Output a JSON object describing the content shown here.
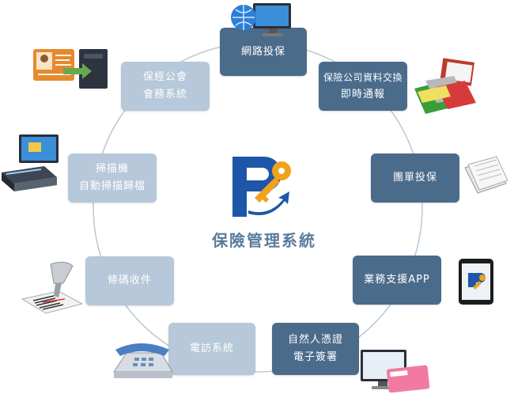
{
  "center": {
    "title": "保險管理系統"
  },
  "nodes": [
    {
      "id": "online-insure",
      "lines": [
        "網路投保"
      ]
    },
    {
      "id": "data-exchange",
      "lines": [
        "保險公司資料交換",
        "即時通報"
      ]
    },
    {
      "id": "group-insure",
      "lines": [
        "團單投保"
      ]
    },
    {
      "id": "app-support",
      "lines": [
        "業務支援APP"
      ]
    },
    {
      "id": "e-signature",
      "lines": [
        "自然人憑證",
        "電子簽署"
      ]
    },
    {
      "id": "phone-visit",
      "lines": [
        "電訪系統"
      ]
    },
    {
      "id": "barcode",
      "lines": [
        "條碼收件"
      ]
    },
    {
      "id": "scan-archive",
      "lines": [
        "掃描機",
        "自動掃描歸檔"
      ]
    },
    {
      "id": "association",
      "lines": [
        "保經公會",
        "會務系統"
      ]
    }
  ],
  "colors": {
    "node_dark": "#4e6e8d",
    "node_light": "#b6c8d9",
    "ring": "#b9c7d5",
    "logo_blue": "#1e56a8",
    "logo_orange": "#f0a21c",
    "title": "#5a7c9c"
  },
  "icons": [
    "globe-monitor-icon",
    "folders-icon",
    "documents-icon",
    "tablet-icon",
    "card-monitor-icon",
    "telephone-icon",
    "barcode-scanner-icon",
    "scanner-icon",
    "id-card-computer-icon"
  ]
}
